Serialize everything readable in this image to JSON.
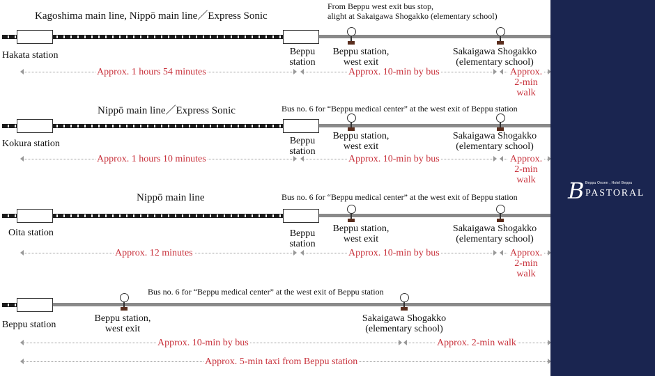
{
  "brand": {
    "logo_letter": "B",
    "tagline": "Beppu Onsen , Hotel Beppu",
    "name": "PASTORAL",
    "panel_color": "#1a2550"
  },
  "colors": {
    "duration": "#c8323c",
    "bus_line": "#8a8a8a",
    "rail_line": "#1c1c1c",
    "bus_stop_base": "#5a2e1e"
  },
  "routes": [
    {
      "line_label": "Kagoshima main line, Nippō main line／Express Sonic",
      "origin": "Hakata station",
      "transfer": "Beppu\nstation",
      "bus_note": "From Beppu west exit bus stop,\nalight at Sakaigawa Shogakko (elementary school)",
      "stop1": "Beppu station,\nwest exit",
      "stop2": "Sakaigawa Shogakko\n(elementary school)",
      "train_time": "Approx. 1 hours 54 minutes",
      "bus_time": "Approx. 10-min by bus",
      "walk_time": "Approx.\n2-min\nwalk"
    },
    {
      "line_label": "Nippō main line／Express Sonic",
      "origin": "Kokura station",
      "transfer": "Beppu\nstation",
      "bus_note": "Bus no. 6 for “Beppu medical center” at the west exit of Beppu station",
      "stop1": "Beppu station,\nwest exit",
      "stop2": "Sakaigawa Shogakko\n(elementary school)",
      "train_time": "Approx. 1 hours 10 minutes",
      "bus_time": "Approx. 10-min by bus",
      "walk_time": "Approx.\n2-min\nwalk"
    },
    {
      "line_label": "Nippō main line",
      "origin": "Oita station",
      "transfer": "Beppu\nstation",
      "bus_note": "Bus no. 6 for “Beppu medical center” at the west exit of Beppu station",
      "stop1": "Beppu station,\nwest exit",
      "stop2": "Sakaigawa Shogakko\n(elementary school)",
      "train_time": "Approx. 12 minutes",
      "bus_time": "Approx. 10-min by bus",
      "walk_time": "Approx.\n2-min\nwalk"
    }
  ],
  "beppu_route": {
    "origin": "Beppu station",
    "bus_note": "Bus no. 6 for “Beppu medical center” at the west exit of Beppu station",
    "stop1": "Beppu station,\nwest exit",
    "stop2": "Sakaigawa Shogakko\n(elementary school)",
    "bus_time": "Approx. 10-min by bus",
    "walk_time": "Approx. 2-min walk",
    "taxi_time": "Approx. 5-min taxi from Beppu station"
  }
}
